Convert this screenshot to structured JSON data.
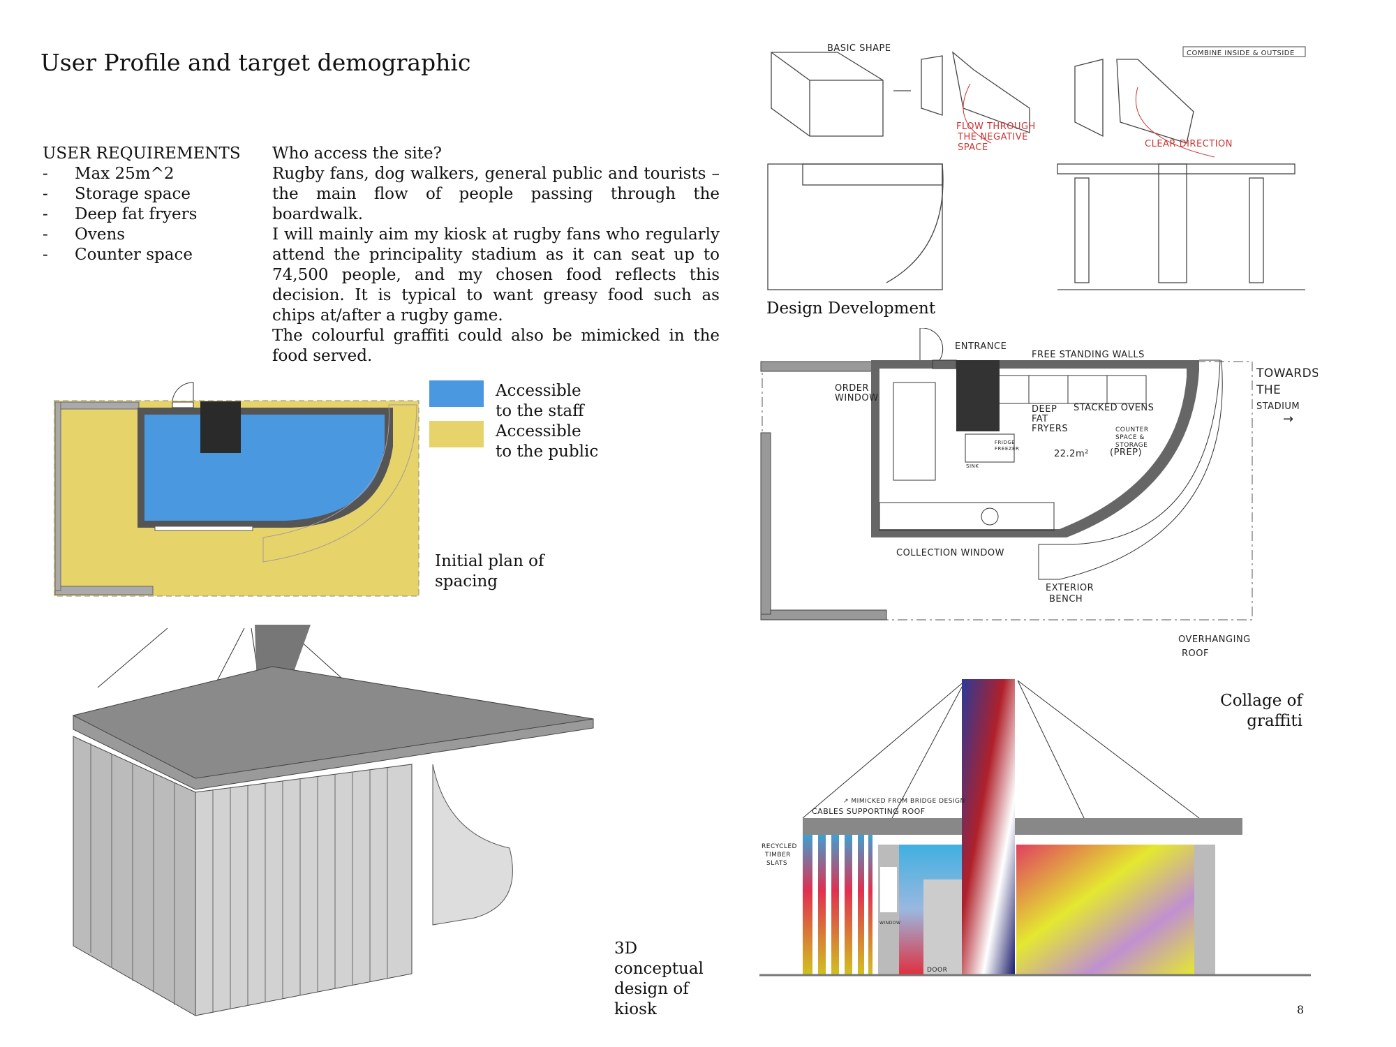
{
  "title": "User Profile and target demographic",
  "requirements": {
    "heading": "USER REQUIREMENTS",
    "bullet": "-",
    "items": [
      "Max 25m^2",
      "Storage space",
      "Deep fat fryers",
      "Ovens",
      "Counter space"
    ]
  },
  "description": {
    "question": "Who access the site?",
    "paragraphs": [
      "Rugby fans, dog walkers, general public and tourists – the main flow of people passing through the boardwalk.",
      "I will mainly aim my kiosk at rugby fans who regularly attend the principality stadium as it can seat up to 74,500 people, and my chosen food reflects this decision. It is typical to want greasy food such as chips at/after a rugby game.",
      "The colourful graffiti could also be mimicked in the food served."
    ]
  },
  "legend": {
    "items": [
      {
        "label_1": "Accessible",
        "label_2": "to the staff",
        "color": "#4a98e0"
      },
      {
        "label_1": "Accessible",
        "label_2": "to the public",
        "color": "#e6d46a"
      }
    ]
  },
  "captions": {
    "initial_plan_1": "Initial plan of",
    "initial_plan_2": "spacing",
    "design_development": "Design Development",
    "concept_1": "3D",
    "concept_2": "conceptual",
    "concept_3": "design of",
    "concept_4": "kiosk",
    "collage_1": "Collage of",
    "collage_2": "graffiti"
  },
  "sketch_labels": {
    "basic_shape": "BASIC SHAPE",
    "flow_1": "FLOW THROUGH",
    "flow_2": "THE NEGATIVE",
    "flow_3": "SPACE",
    "combine": "COMBINE INSIDE & OUTSIDE",
    "clear_direction": "CLEAR DIRECTION"
  },
  "floor_plan_labels": {
    "entrance": "ENTRANCE",
    "free_standing_walls": "FREE STANDING WALLS",
    "order_window_1": "ORDER",
    "order_window_2": "WINDOW",
    "deep_1": "DEEP",
    "deep_2": "FAT",
    "deep_3": "FRYERS",
    "stacked_ovens": "STACKED OVENS",
    "counter_1": "COUNTER",
    "counter_2": "SPACE &",
    "counter_3": "STORAGE",
    "counter_4": "(PREP)",
    "area": "22.2m²",
    "fridge_1": "FRIDGE",
    "fridge_2": "FREEZER",
    "sink": "SINK",
    "collection_window": "COLLECTION WINDOW",
    "exterior_1": "EXTERIOR",
    "exterior_2": "BENCH",
    "towards_1": "TOWARDS",
    "towards_2": "THE",
    "towards_3": "STADIUM",
    "towards_arrow": "→",
    "overhang_1": "OVERHANGING",
    "overhang_2": "ROOF"
  },
  "collage_labels": {
    "mimicked": "↗ MIMICKED FROM BRIDGE DESIGN",
    "cables": "CABLES SUPPORTING ROOF",
    "slats_1": "RECYCLED",
    "slats_2": "TIMBER",
    "slats_3": "SLATS",
    "window": "WINDOW",
    "door": "DOOR"
  },
  "page_number": "8"
}
